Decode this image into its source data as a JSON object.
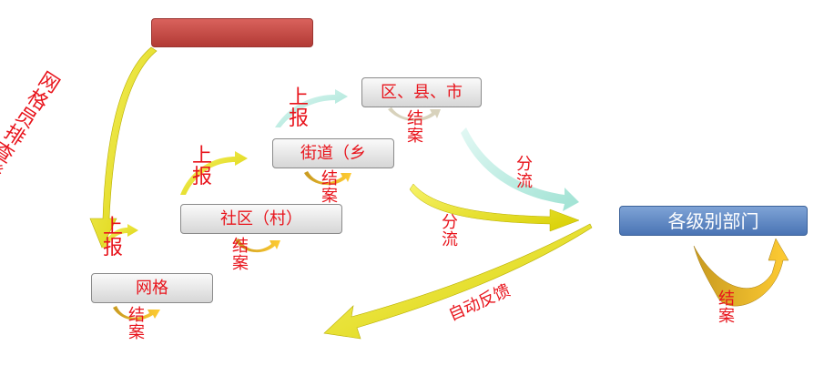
{
  "nodes": {
    "top": "",
    "grid": "网格",
    "community": "社区（村）",
    "street": "街道（乡",
    "district": "区、县、市",
    "departments": "各级别部门"
  },
  "labels": {
    "grid_register": "网格员排查登记",
    "report": "上报",
    "close": "结案",
    "divert": "分流",
    "feedback": "自动反馈"
  },
  "colors": {
    "yellow": "#e8e000",
    "teal": "#bfeee4",
    "text_red": "#e8141c",
    "red_box": "#c0504d",
    "blue_box": "#4f81bd",
    "orange": "#f0a020"
  }
}
